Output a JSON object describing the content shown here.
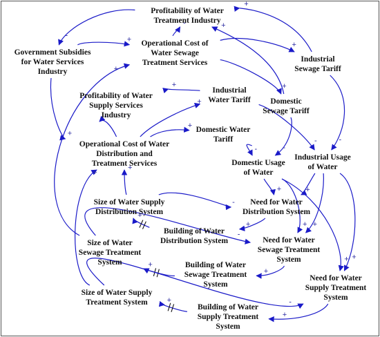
{
  "diagram": {
    "nodes": [
      {
        "id": "profit_wt",
        "lines": [
          "Profitability of Water",
          "Treatment Industry"
        ]
      },
      {
        "id": "gov_sub",
        "lines": [
          "Government Subsidies",
          "for Water Services",
          "Industry"
        ]
      },
      {
        "id": "op_sewage",
        "lines": [
          "Operational Cost of",
          "Water Sewage",
          "Treatment Services"
        ]
      },
      {
        "id": "ind_sew_tariff",
        "lines": [
          "Industrial",
          "Sewage Tariff"
        ]
      },
      {
        "id": "dom_sew_tariff",
        "lines": [
          "Domestic",
          "Sewage Tariff"
        ]
      },
      {
        "id": "ind_water_tariff",
        "lines": [
          "Industrial",
          "Water Tariff"
        ]
      },
      {
        "id": "profit_ws",
        "lines": [
          "Profitability of Water",
          "Supply Services",
          "Industry"
        ]
      },
      {
        "id": "dom_water_tariff",
        "lines": [
          "Domestic Water",
          "Tariff"
        ]
      },
      {
        "id": "op_dist",
        "lines": [
          "Operational Cost of Water",
          "Distribution and",
          "Treatment Services"
        ]
      },
      {
        "id": "dom_usage",
        "lines": [
          "Domestic Usage",
          "of Water"
        ]
      },
      {
        "id": "ind_usage",
        "lines": [
          "Industrial Usage",
          "of Water"
        ]
      },
      {
        "id": "size_dist",
        "lines": [
          "Size of Water Supply",
          "Distribution System"
        ]
      },
      {
        "id": "need_dist",
        "lines": [
          "Need for Water",
          "Distribution System"
        ]
      },
      {
        "id": "build_dist",
        "lines": [
          "Building of Water",
          "Distribution System"
        ]
      },
      {
        "id": "size_sew",
        "lines": [
          "Size of Water",
          "Sewage Treatment",
          "System"
        ]
      },
      {
        "id": "need_sew",
        "lines": [
          "Need for Water",
          "Sewage Treatment",
          "System"
        ]
      },
      {
        "id": "build_sew",
        "lines": [
          "Building of Water",
          "Sewage Treatment",
          "System"
        ]
      },
      {
        "id": "need_sup",
        "lines": [
          "Need for Water",
          "Supply Treatment",
          "System"
        ]
      },
      {
        "id": "size_sup",
        "lines": [
          "Size of Water Supply",
          "Treatment System"
        ]
      },
      {
        "id": "build_sup",
        "lines": [
          "Building of Water",
          "Supply Treatment",
          "System"
        ]
      }
    ],
    "links": [
      {
        "from": "ind_sew_tariff",
        "to": "profit_wt",
        "polarity": "+"
      },
      {
        "from": "dom_sew_tariff",
        "to": "profit_wt",
        "polarity": "+"
      },
      {
        "from": "profit_wt",
        "to": "gov_sub",
        "polarity": "-"
      },
      {
        "from": "op_sewage",
        "to": "profit_wt",
        "polarity": "-"
      },
      {
        "from": "gov_sub",
        "to": "op_sewage",
        "polarity": "+"
      },
      {
        "from": "op_sewage",
        "to": "ind_sew_tariff",
        "polarity": "+"
      },
      {
        "from": "op_sewage",
        "to": "dom_sew_tariff",
        "polarity": "+"
      },
      {
        "from": "ind_water_tariff",
        "to": "profit_ws",
        "polarity": "+"
      },
      {
        "from": "gov_sub",
        "to": "op_dist",
        "polarity": "+"
      },
      {
        "from": "op_dist",
        "to": "profit_ws",
        "polarity": "-"
      },
      {
        "from": "op_dist",
        "to": "ind_water_tariff",
        "polarity": "+"
      },
      {
        "from": "op_dist",
        "to": "dom_water_tariff",
        "polarity": "+"
      },
      {
        "from": "ind_water_tariff",
        "to": "ind_usage",
        "polarity": "-"
      },
      {
        "from": "ind_sew_tariff",
        "to": "ind_usage",
        "polarity": "-"
      },
      {
        "from": "dom_sew_tariff",
        "to": "dom_usage",
        "polarity": "-"
      },
      {
        "from": "dom_water_tariff",
        "to": "dom_usage",
        "polarity": "-"
      },
      {
        "from": "ind_usage",
        "to": "need_dist",
        "polarity": "+"
      },
      {
        "from": "dom_usage",
        "to": "need_dist",
        "polarity": "+"
      },
      {
        "from": "ind_usage",
        "to": "need_sew",
        "polarity": "+"
      },
      {
        "from": "dom_usage",
        "to": "need_sew",
        "polarity": "+"
      },
      {
        "from": "ind_usage",
        "to": "need_sup",
        "polarity": "+"
      },
      {
        "from": "dom_usage",
        "to": "need_sup",
        "polarity": "+"
      },
      {
        "from": "need_dist",
        "to": "build_dist",
        "polarity": "+"
      },
      {
        "from": "build_dist",
        "to": "size_dist",
        "polarity": "+",
        "delay": true
      },
      {
        "from": "size_dist",
        "to": "op_dist",
        "polarity": "+"
      },
      {
        "from": "need_sew",
        "to": "build_sew",
        "polarity": "+"
      },
      {
        "from": "build_sew",
        "to": "size_sew",
        "polarity": "+",
        "delay": true
      },
      {
        "from": "size_sew",
        "to": "op_sewage",
        "polarity": "+"
      },
      {
        "from": "size_sew",
        "to": "need_sew",
        "polarity": "-"
      },
      {
        "from": "need_sup",
        "to": "build_sup",
        "polarity": "+"
      },
      {
        "from": "build_sup",
        "to": "size_sup",
        "polarity": "+",
        "delay": true
      },
      {
        "from": "size_sup",
        "to": "op_dist",
        "polarity": "+"
      },
      {
        "from": "size_sup",
        "to": "need_sup",
        "polarity": "-"
      },
      {
        "from": "size_dist",
        "to": "need_dist",
        "polarity": "-"
      }
    ]
  }
}
